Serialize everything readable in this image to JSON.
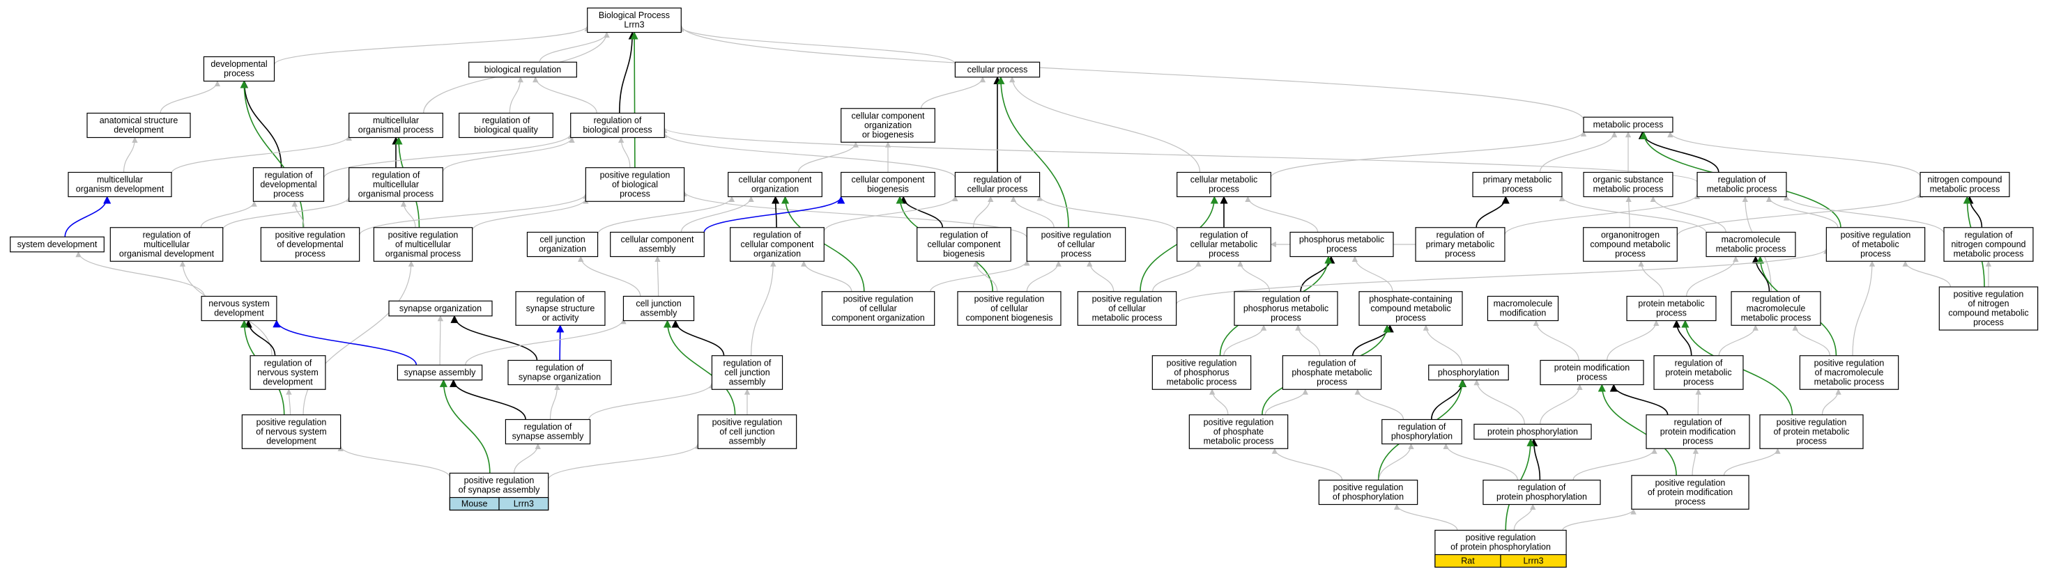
{
  "colors": {
    "gray_edge": "#c0c0c0",
    "black_edge": "#000000",
    "green_edge": "#228b22",
    "blue_edge": "#0000ee",
    "mouse_cell": "#add8e6",
    "rat_cell": "#ffd700",
    "node_border": "#000000"
  },
  "nodes": [
    {
      "id": "bp",
      "lines": [
        "Biological Process",
        "Lrrn3"
      ]
    },
    {
      "id": "dev",
      "lines": [
        "developmental",
        "process"
      ]
    },
    {
      "id": "biolreg",
      "lines": [
        "biological regulation"
      ]
    },
    {
      "id": "cellproc",
      "lines": [
        "cellular process"
      ]
    },
    {
      "id": "anat",
      "lines": [
        "anatomical structure",
        "development"
      ]
    },
    {
      "id": "multiproc",
      "lines": [
        "multicellular",
        "organismal process"
      ]
    },
    {
      "id": "regbq",
      "lines": [
        "regulation of",
        "biological quality"
      ]
    },
    {
      "id": "regbp",
      "lines": [
        "regulation of",
        "biological process"
      ]
    },
    {
      "id": "ccob",
      "lines": [
        "cellular component",
        "organization",
        "or biogenesis"
      ]
    },
    {
      "id": "metab",
      "lines": [
        "metabolic process"
      ]
    },
    {
      "id": "multidev",
      "lines": [
        "multicellular",
        "organism development"
      ]
    },
    {
      "id": "regdev",
      "lines": [
        "regulation of",
        "developmental",
        "process"
      ]
    },
    {
      "id": "regmulti",
      "lines": [
        "regulation of",
        "multicellular",
        "organismal process"
      ]
    },
    {
      "id": "posregbp",
      "lines": [
        "positive regulation",
        "of biological",
        "process"
      ]
    },
    {
      "id": "ccorg",
      "lines": [
        "cellular component",
        "organization"
      ]
    },
    {
      "id": "ccbio",
      "lines": [
        "cellular component",
        "biogenesis"
      ]
    },
    {
      "id": "regcell",
      "lines": [
        "regulation of",
        "cellular process"
      ]
    },
    {
      "id": "cellmetab",
      "lines": [
        "cellular metabolic",
        "process"
      ]
    },
    {
      "id": "primmetab",
      "lines": [
        "primary metabolic",
        "process"
      ]
    },
    {
      "id": "orgsub",
      "lines": [
        "organic substance",
        "metabolic process"
      ]
    },
    {
      "id": "regmetab",
      "lines": [
        "regulation of",
        "metabolic process"
      ]
    },
    {
      "id": "nitro",
      "lines": [
        "nitrogen compound",
        "metabolic process"
      ]
    },
    {
      "id": "sysdev",
      "lines": [
        "system development"
      ]
    },
    {
      "id": "regmultidev",
      "lines": [
        "regulation of",
        "multicellular",
        "organismal development"
      ]
    },
    {
      "id": "posregdev",
      "lines": [
        "positive regulation",
        "of developmental",
        "process"
      ]
    },
    {
      "id": "posregmulti",
      "lines": [
        "positive regulation",
        "of multicellular",
        "organismal process"
      ]
    },
    {
      "id": "celljorg",
      "lines": [
        "cell junction",
        "organization"
      ]
    },
    {
      "id": "ccasm",
      "lines": [
        "cellular component",
        "assembly"
      ]
    },
    {
      "id": "regccorg",
      "lines": [
        "regulation of",
        "cellular component",
        "organization"
      ]
    },
    {
      "id": "regccbio",
      "lines": [
        "regulation of",
        "cellular component",
        "biogenesis"
      ]
    },
    {
      "id": "posregcell",
      "lines": [
        "positive regulation",
        "of cellular",
        "process"
      ]
    },
    {
      "id": "regcellmetab",
      "lines": [
        "regulation of",
        "cellular metabolic",
        "process"
      ]
    },
    {
      "id": "phosmetab",
      "lines": [
        "phosphorus metabolic",
        "process"
      ]
    },
    {
      "id": "regprimmetab",
      "lines": [
        "regulation of",
        "primary metabolic",
        "process"
      ]
    },
    {
      "id": "organonit",
      "lines": [
        "organonitrogen",
        "compound metabolic",
        "process"
      ]
    },
    {
      "id": "macromet",
      "lines": [
        "macromolecule",
        "metabolic process"
      ]
    },
    {
      "id": "posregmetab",
      "lines": [
        "positive regulation",
        "of metabolic",
        "process"
      ]
    },
    {
      "id": "regnitro",
      "lines": [
        "regulation of",
        "nitrogen compound",
        "metabolic process"
      ]
    },
    {
      "id": "nsdev",
      "lines": [
        "nervous system",
        "development"
      ]
    },
    {
      "id": "synorg",
      "lines": [
        "synapse organization"
      ]
    },
    {
      "id": "regsynstruct",
      "lines": [
        "regulation of",
        "synapse structure",
        "or activity"
      ]
    },
    {
      "id": "celljasm",
      "lines": [
        "cell junction",
        "assembly"
      ]
    },
    {
      "id": "posregccorg",
      "lines": [
        "positive regulation",
        "of cellular",
        "component organization"
      ]
    },
    {
      "id": "posregccbio",
      "lines": [
        "positive regulation",
        "of cellular",
        "component biogenesis"
      ]
    },
    {
      "id": "posregcellmetab",
      "lines": [
        "positive regulation",
        "of cellular",
        "metabolic process"
      ]
    },
    {
      "id": "regphosmetab",
      "lines": [
        "regulation of",
        "phosphorus metabolic",
        "process"
      ]
    },
    {
      "id": "phoscont",
      "lines": [
        "phosphate-containing",
        "compound metabolic",
        "process"
      ]
    },
    {
      "id": "macromod",
      "lines": [
        "macromolecule",
        "modification"
      ]
    },
    {
      "id": "protmetab",
      "lines": [
        "protein metabolic",
        "process"
      ]
    },
    {
      "id": "regmacromet",
      "lines": [
        "regulation of",
        "macromolecule",
        "metabolic process"
      ]
    },
    {
      "id": "posregnitro",
      "lines": [
        "positive regulation",
        "of nitrogen",
        "compound metabolic",
        "process"
      ]
    },
    {
      "id": "regnsdev",
      "lines": [
        "regulation of",
        "nervous system",
        "development"
      ]
    },
    {
      "id": "synasm",
      "lines": [
        "synapse assembly"
      ]
    },
    {
      "id": "regsynorg",
      "lines": [
        "regulation of",
        "synapse organization"
      ]
    },
    {
      "id": "regcelljasm",
      "lines": [
        "regulation of",
        "cell junction",
        "assembly"
      ]
    },
    {
      "id": "posregphosmetab",
      "lines": [
        "positive regulation",
        "of phosphorus",
        "metabolic process"
      ]
    },
    {
      "id": "regphosphmetab",
      "lines": [
        "regulation of",
        "phosphate metabolic",
        "process"
      ]
    },
    {
      "id": "protmod",
      "lines": [
        "protein modification",
        "process"
      ]
    },
    {
      "id": "regprotmetab",
      "lines": [
        "regulation of",
        "protein metabolic",
        "process"
      ]
    },
    {
      "id": "posregmacromet",
      "lines": [
        "positive regulation",
        "of macromolecule",
        "metabolic process"
      ]
    },
    {
      "id": "phosph",
      "lines": [
        "phosphorylation"
      ]
    },
    {
      "id": "posregnsdev",
      "lines": [
        "positive regulation",
        "of nervous system",
        "development"
      ]
    },
    {
      "id": "regsynasm",
      "lines": [
        "regulation of",
        "synapse assembly"
      ]
    },
    {
      "id": "posregcelljasm",
      "lines": [
        "positive regulation",
        "of cell junction",
        "assembly"
      ]
    },
    {
      "id": "posregphosphmetab",
      "lines": [
        "positive regulation",
        "of phosphate",
        "metabolic process"
      ]
    },
    {
      "id": "regphosph",
      "lines": [
        "regulation of",
        "phosphorylation"
      ]
    },
    {
      "id": "protphosph",
      "lines": [
        "protein phosphorylation"
      ]
    },
    {
      "id": "regprotmod",
      "lines": [
        "regulation of",
        "protein modification",
        "process"
      ]
    },
    {
      "id": "posregprotmetab",
      "lines": [
        "positive regulation",
        "of protein metabolic",
        "process"
      ]
    },
    {
      "id": "posregphosph",
      "lines": [
        "positive regulation",
        "of phosphorylation"
      ]
    },
    {
      "id": "regprotphosph",
      "lines": [
        "regulation of",
        "protein phosphorylation"
      ]
    },
    {
      "id": "posregprotmod",
      "lines": [
        "positive regulation",
        "of protein modification",
        "process"
      ]
    },
    {
      "id": "posregsynasm",
      "lines": [
        "positive regulation",
        "of synapse assembly"
      ],
      "species": "Mouse",
      "gene": "Lrrn3",
      "color": "#add8e6"
    },
    {
      "id": "posregprotphosph",
      "lines": [
        "positive regulation",
        "of protein phosphorylation"
      ],
      "species": "Rat",
      "gene": "Lrrn3",
      "color": "#ffd700"
    }
  ],
  "edges": [
    [
      "dev",
      "bp",
      "gray"
    ],
    [
      "biolreg",
      "bp",
      "gray"
    ],
    [
      "cellproc",
      "bp",
      "gray"
    ],
    [
      "multiproc",
      "bp",
      "gray"
    ],
    [
      "regbp",
      "bp",
      "black"
    ],
    [
      "posregbp",
      "bp",
      "green"
    ],
    [
      "metab",
      "bp",
      "gray"
    ],
    [
      "anat",
      "dev",
      "gray"
    ],
    [
      "regdev",
      "dev",
      "black"
    ],
    [
      "posregdev",
      "dev",
      "green"
    ],
    [
      "regbq",
      "biolreg",
      "gray"
    ],
    [
      "regbp",
      "biolreg",
      "gray"
    ],
    [
      "ccob",
      "cellproc",
      "gray"
    ],
    [
      "regcell",
      "cellproc",
      "black"
    ],
    [
      "posregcell",
      "cellproc",
      "green"
    ],
    [
      "cellmetab",
      "cellproc",
      "gray"
    ],
    [
      "multidev",
      "anat",
      "gray"
    ],
    [
      "multidev",
      "multiproc",
      "gray"
    ],
    [
      "regmulti",
      "multiproc",
      "black"
    ],
    [
      "posregmulti",
      "multiproc",
      "green"
    ],
    [
      "regmulti",
      "regbp",
      "gray"
    ],
    [
      "regcell",
      "regbp",
      "gray"
    ],
    [
      "posregbp",
      "regbp",
      "gray"
    ],
    [
      "regdev",
      "regbp",
      "gray"
    ],
    [
      "regmetab",
      "regbp",
      "gray"
    ],
    [
      "ccorg",
      "ccob",
      "gray"
    ],
    [
      "ccbio",
      "ccob",
      "gray"
    ],
    [
      "cellmetab",
      "metab",
      "gray"
    ],
    [
      "primmetab",
      "metab",
      "gray"
    ],
    [
      "orgsub",
      "metab",
      "gray"
    ],
    [
      "regmetab",
      "metab",
      "black"
    ],
    [
      "posregmetab",
      "metab",
      "green"
    ],
    [
      "nitro",
      "metab",
      "gray"
    ],
    [
      "sysdev",
      "multidev",
      "blue"
    ],
    [
      "regmultidev",
      "regdev",
      "gray"
    ],
    [
      "posregdev",
      "regdev",
      "gray"
    ],
    [
      "regmultidev",
      "regmulti",
      "gray"
    ],
    [
      "posregmulti",
      "regmulti",
      "gray"
    ],
    [
      "posregdev",
      "posregbp",
      "gray"
    ],
    [
      "posregmulti",
      "posregbp",
      "gray"
    ],
    [
      "posregcell",
      "posregbp",
      "gray"
    ],
    [
      "ccasm",
      "ccorg",
      "gray"
    ],
    [
      "regccorg",
      "ccorg",
      "black"
    ],
    [
      "posregccorg",
      "ccorg",
      "green"
    ],
    [
      "celljorg",
      "ccorg",
      "gray"
    ],
    [
      "ccasm",
      "ccbio",
      "blue"
    ],
    [
      "regccbio",
      "ccbio",
      "black"
    ],
    [
      "posregccbio",
      "ccbio",
      "green"
    ],
    [
      "regccorg",
      "regcell",
      "gray"
    ],
    [
      "regccbio",
      "regcell",
      "gray"
    ],
    [
      "posregcell",
      "regcell",
      "gray"
    ],
    [
      "regcellmetab",
      "regcell",
      "gray"
    ],
    [
      "regcellmetab",
      "cellmetab",
      "black"
    ],
    [
      "posregcellmetab",
      "cellmetab",
      "green"
    ],
    [
      "phosmetab",
      "cellmetab",
      "gray"
    ],
    [
      "regprimmetab",
      "primmetab",
      "black"
    ],
    [
      "macromet",
      "primmetab",
      "gray"
    ],
    [
      "organonit",
      "orgsub",
      "gray"
    ],
    [
      "macromet",
      "orgsub",
      "gray"
    ],
    [
      "regprimmetab",
      "regmetab",
      "gray"
    ],
    [
      "posregmetab",
      "regmetab",
      "gray"
    ],
    [
      "regnitro",
      "regmetab",
      "gray"
    ],
    [
      "regmacromet",
      "regmetab",
      "gray"
    ],
    [
      "regnitro",
      "nitro",
      "black"
    ],
    [
      "posregnitro",
      "nitro",
      "green"
    ],
    [
      "organonit",
      "nitro",
      "gray"
    ],
    [
      "nsdev",
      "sysdev",
      "gray"
    ],
    [
      "regnsdev",
      "regmultidev",
      "gray"
    ],
    [
      "posregnsdev",
      "posregmulti",
      "gray"
    ],
    [
      "celljasm",
      "celljorg",
      "gray"
    ],
    [
      "celljasm",
      "ccasm",
      "gray"
    ],
    [
      "regcelljasm",
      "regccorg",
      "gray"
    ],
    [
      "posregccorg",
      "regccorg",
      "gray"
    ],
    [
      "posregccbio",
      "regccbio",
      "gray"
    ],
    [
      "posregccorg",
      "posregcell",
      "gray"
    ],
    [
      "posregccbio",
      "posregcell",
      "gray"
    ],
    [
      "posregcellmetab",
      "posregcell",
      "gray"
    ],
    [
      "posregcellmetab",
      "regcellmetab",
      "gray"
    ],
    [
      "regphosmetab",
      "regcellmetab",
      "gray"
    ],
    [
      "regphosmetab",
      "phosmetab",
      "black"
    ],
    [
      "posregphosmetab",
      "phosmetab",
      "green"
    ],
    [
      "phoscont",
      "phosmetab",
      "gray"
    ],
    [
      "regprimmetab",
      "regcellmetab",
      "gray"
    ],
    [
      "protmetab",
      "organonit",
      "gray"
    ],
    [
      "protmetab",
      "macromet",
      "gray"
    ],
    [
      "regmacromet",
      "macromet",
      "black"
    ],
    [
      "posregmacromet",
      "macromet",
      "green"
    ],
    [
      "posregcellmetab",
      "posregmetab",
      "gray"
    ],
    [
      "posregnitro",
      "posregmetab",
      "gray"
    ],
    [
      "posregmacromet",
      "posregmetab",
      "gray"
    ],
    [
      "posregnitro",
      "regnitro",
      "gray"
    ],
    [
      "regnsdev",
      "nsdev",
      "black"
    ],
    [
      "posregnsdev",
      "nsdev",
      "green"
    ],
    [
      "synasm",
      "nsdev",
      "blue"
    ],
    [
      "synasm",
      "synorg",
      "gray"
    ],
    [
      "regsynorg",
      "synorg",
      "black"
    ],
    [
      "regsynorg",
      "regsynstruct",
      "blue"
    ],
    [
      "regcelljasm",
      "celljasm",
      "black"
    ],
    [
      "posregcelljasm",
      "celljasm",
      "green"
    ],
    [
      "synasm",
      "celljasm",
      "gray"
    ],
    [
      "regphosphmetab",
      "regphosmetab",
      "gray"
    ],
    [
      "posregphosmetab",
      "regphosmetab",
      "gray"
    ],
    [
      "regphosphmetab",
      "phoscont",
      "black"
    ],
    [
      "posregphosphmetab",
      "phoscont",
      "green"
    ],
    [
      "phosph",
      "phoscont",
      "gray"
    ],
    [
      "protmod",
      "macromod",
      "gray"
    ],
    [
      "protmod",
      "protmetab",
      "gray"
    ],
    [
      "regprotmetab",
      "protmetab",
      "black"
    ],
    [
      "posregprotmetab",
      "protmetab",
      "green"
    ],
    [
      "regprotmetab",
      "regmacromet",
      "gray"
    ],
    [
      "posregmacromet",
      "regmacromet",
      "gray"
    ],
    [
      "posregprotmetab",
      "posregmacromet",
      "gray"
    ],
    [
      "posregnsdev",
      "regnsdev",
      "gray"
    ],
    [
      "regsynasm",
      "synasm",
      "black"
    ],
    [
      "posregsynasm",
      "synasm",
      "green"
    ],
    [
      "regsynasm",
      "regsynorg",
      "gray"
    ],
    [
      "posregcelljasm",
      "regcelljasm",
      "gray"
    ],
    [
      "regsynasm",
      "regcelljasm",
      "gray"
    ],
    [
      "posregphosphmetab",
      "posregphosmetab",
      "gray"
    ],
    [
      "posregphosphmetab",
      "regphosphmetab",
      "gray"
    ],
    [
      "protphosph",
      "protmod",
      "gray"
    ],
    [
      "regprotmod",
      "protmod",
      "black"
    ],
    [
      "posregprotmod",
      "protmod",
      "green"
    ],
    [
      "regprotmod",
      "regprotmetab",
      "gray"
    ],
    [
      "posregprotmod",
      "posregprotmetab",
      "gray"
    ],
    [
      "regphosph",
      "phosph",
      "black"
    ],
    [
      "posregphosph",
      "phosph",
      "green"
    ],
    [
      "protphosph",
      "phosph",
      "gray"
    ],
    [
      "regphosph",
      "regphosphmetab",
      "gray"
    ],
    [
      "posregphosph",
      "posregphosphmetab",
      "gray"
    ],
    [
      "regprotphosph",
      "protphosph",
      "black"
    ],
    [
      "posregprotphosph",
      "protphosph",
      "green"
    ],
    [
      "regprotphosph",
      "regphosph",
      "gray"
    ],
    [
      "regprotphosph",
      "regprotmod",
      "gray"
    ],
    [
      "posregprotphosph",
      "posregphosph",
      "gray"
    ],
    [
      "posregprotphosph",
      "regprotphosph",
      "gray"
    ],
    [
      "posregprotphosph",
      "posregprotmod",
      "gray"
    ],
    [
      "posregphosph",
      "regphosph",
      "gray"
    ],
    [
      "posregprotmod",
      "regprotmod",
      "gray"
    ],
    [
      "posregsynasm",
      "regsynasm",
      "gray"
    ],
    [
      "posregsynasm",
      "posregnsdev",
      "gray"
    ],
    [
      "posregsynasm",
      "posregcelljasm",
      "gray"
    ]
  ]
}
